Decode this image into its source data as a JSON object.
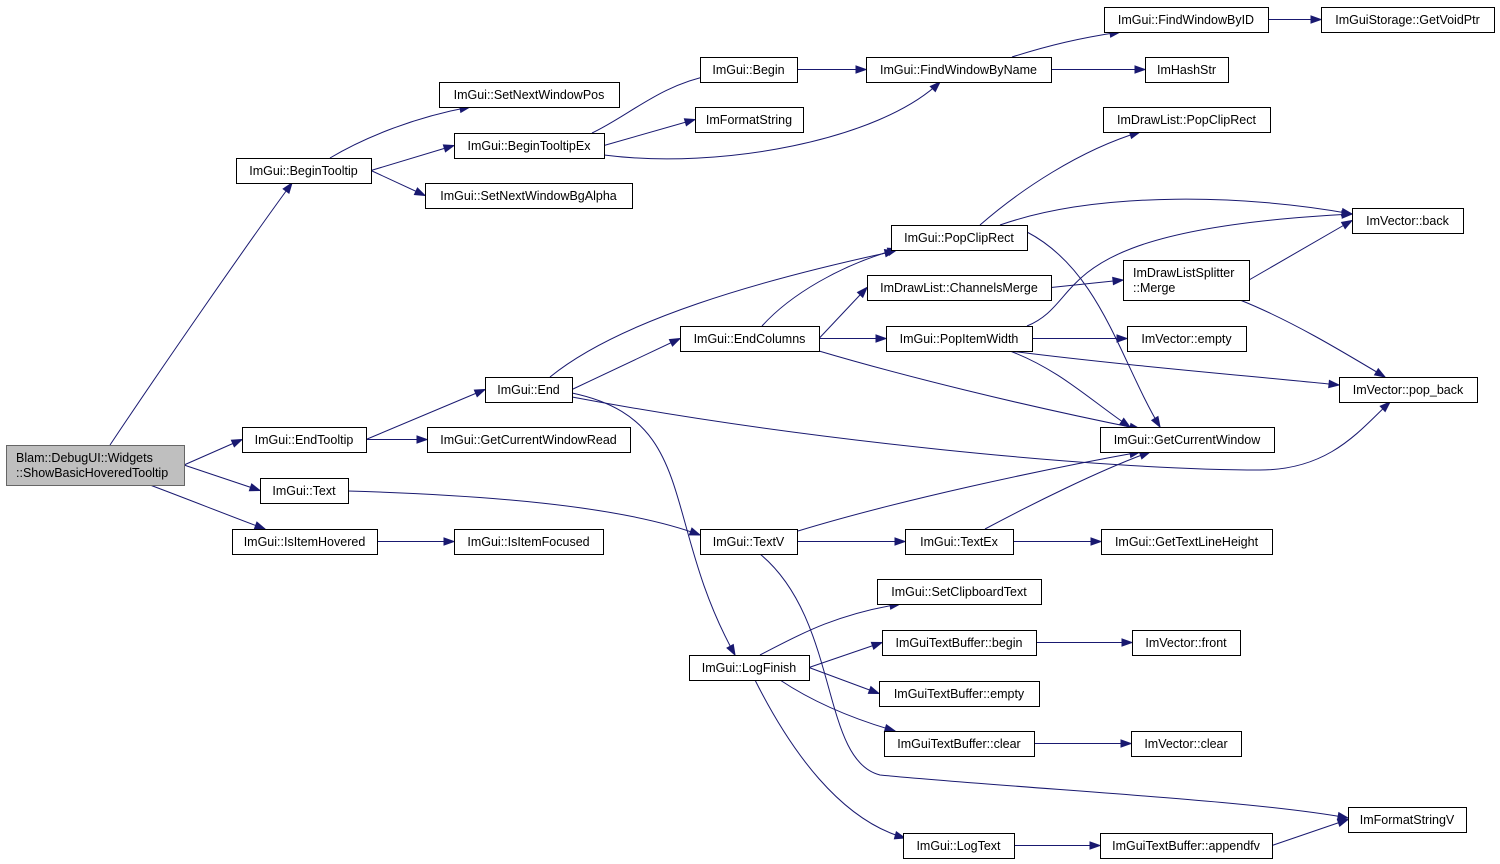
{
  "diagram": {
    "type": "call-graph",
    "colors": {
      "edge": "#191970",
      "node_border": "#000000",
      "root_fill": "#bfbfbf",
      "background": "#ffffff"
    },
    "nodes": [
      {
        "id": "show",
        "lines": [
          "Blam::DebugUI::Widgets",
          "::ShowBasicHoveredTooltip"
        ],
        "root": true
      },
      {
        "id": "begintooltip",
        "lines": [
          "ImGui::BeginTooltip"
        ]
      },
      {
        "id": "endtooltip",
        "lines": [
          "ImGui::EndTooltip"
        ]
      },
      {
        "id": "text",
        "lines": [
          "ImGui::Text"
        ]
      },
      {
        "id": "isitemhovered",
        "lines": [
          "ImGui::IsItemHovered"
        ]
      },
      {
        "id": "setnextwindowpos",
        "lines": [
          "ImGui::SetNextWindowPos"
        ]
      },
      {
        "id": "begintooltipex",
        "lines": [
          "ImGui::BeginTooltipEx"
        ]
      },
      {
        "id": "setnextwindowbgalpha",
        "lines": [
          "ImGui::SetNextWindowBgAlpha"
        ]
      },
      {
        "id": "end",
        "lines": [
          "ImGui::End"
        ]
      },
      {
        "id": "getcurrentwindowread",
        "lines": [
          "ImGui::GetCurrentWindowRead"
        ]
      },
      {
        "id": "isitemfocused",
        "lines": [
          "ImGui::IsItemFocused"
        ]
      },
      {
        "id": "begin",
        "lines": [
          "ImGui::Begin"
        ]
      },
      {
        "id": "formatstring",
        "lines": [
          "ImFormatString"
        ]
      },
      {
        "id": "endcolumns",
        "lines": [
          "ImGui::EndColumns"
        ]
      },
      {
        "id": "textv",
        "lines": [
          "ImGui::TextV"
        ]
      },
      {
        "id": "logfinish",
        "lines": [
          "ImGui::LogFinish"
        ]
      },
      {
        "id": "findwindowbyname",
        "lines": [
          "ImGui::FindWindowByName"
        ]
      },
      {
        "id": "popcliprect_imgui",
        "lines": [
          "ImGui::PopClipRect"
        ]
      },
      {
        "id": "channelsmerge",
        "lines": [
          "ImDrawList::ChannelsMerge"
        ]
      },
      {
        "id": "popitemwidth",
        "lines": [
          "ImGui::PopItemWidth"
        ]
      },
      {
        "id": "textex",
        "lines": [
          "ImGui::TextEx"
        ]
      },
      {
        "id": "setclipboardtext",
        "lines": [
          "ImGui::SetClipboardText"
        ]
      },
      {
        "id": "tb_begin",
        "lines": [
          "ImGuiTextBuffer::begin"
        ]
      },
      {
        "id": "tb_empty",
        "lines": [
          "ImGuiTextBuffer::empty"
        ]
      },
      {
        "id": "tb_clear",
        "lines": [
          "ImGuiTextBuffer::clear"
        ]
      },
      {
        "id": "logtext",
        "lines": [
          "ImGui::LogText"
        ]
      },
      {
        "id": "findwindowbyid",
        "lines": [
          "ImGui::FindWindowByID"
        ]
      },
      {
        "id": "imhashstr",
        "lines": [
          "ImHashStr"
        ]
      },
      {
        "id": "popcliprect_dl",
        "lines": [
          "ImDrawList::PopClipRect"
        ]
      },
      {
        "id": "merge",
        "lines": [
          "ImDrawListSplitter",
          "::Merge"
        ]
      },
      {
        "id": "v_empty",
        "lines": [
          "ImVector::empty"
        ]
      },
      {
        "id": "getcurrentwindow",
        "lines": [
          "ImGui::GetCurrentWindow"
        ]
      },
      {
        "id": "gettextlineheight",
        "lines": [
          "ImGui::GetTextLineHeight"
        ]
      },
      {
        "id": "v_front",
        "lines": [
          "ImVector::front"
        ]
      },
      {
        "id": "v_clear",
        "lines": [
          "ImVector::clear"
        ]
      },
      {
        "id": "tb_appendfv",
        "lines": [
          "ImGuiTextBuffer::appendfv"
        ]
      },
      {
        "id": "getvoidptr",
        "lines": [
          "ImGuiStorage::GetVoidPtr"
        ]
      },
      {
        "id": "v_back",
        "lines": [
          "ImVector::back"
        ]
      },
      {
        "id": "v_pop_back",
        "lines": [
          "ImVector::pop_back"
        ]
      },
      {
        "id": "formatstringv",
        "lines": [
          "ImFormatStringV"
        ]
      }
    ],
    "edges": [
      [
        "show",
        "begintooltip"
      ],
      [
        "show",
        "endtooltip"
      ],
      [
        "show",
        "text"
      ],
      [
        "show",
        "isitemhovered"
      ],
      [
        "begintooltip",
        "setnextwindowpos"
      ],
      [
        "begintooltip",
        "begintooltipex"
      ],
      [
        "begintooltip",
        "setnextwindowbgalpha"
      ],
      [
        "begintooltipex",
        "begin"
      ],
      [
        "begintooltipex",
        "formatstring"
      ],
      [
        "begintooltipex",
        "findwindowbyname"
      ],
      [
        "begin",
        "findwindowbyname"
      ],
      [
        "findwindowbyname",
        "findwindowbyid"
      ],
      [
        "findwindowbyname",
        "imhashstr"
      ],
      [
        "findwindowbyid",
        "getvoidptr"
      ],
      [
        "endtooltip",
        "end"
      ],
      [
        "endtooltip",
        "getcurrentwindowread"
      ],
      [
        "end",
        "popcliprect_imgui"
      ],
      [
        "end",
        "endcolumns"
      ],
      [
        "end",
        "logfinish"
      ],
      [
        "end",
        "v_pop_back"
      ],
      [
        "endcolumns",
        "popcliprect_imgui"
      ],
      [
        "endcolumns",
        "channelsmerge"
      ],
      [
        "endcolumns",
        "popitemwidth"
      ],
      [
        "endcolumns",
        "getcurrentwindow"
      ],
      [
        "popcliprect_imgui",
        "popcliprect_dl"
      ],
      [
        "popcliprect_imgui",
        "v_back"
      ],
      [
        "popcliprect_imgui",
        "getcurrentwindow"
      ],
      [
        "channelsmerge",
        "merge"
      ],
      [
        "merge",
        "v_back"
      ],
      [
        "merge",
        "v_pop_back"
      ],
      [
        "popitemwidth",
        "v_back"
      ],
      [
        "popitemwidth",
        "v_empty"
      ],
      [
        "popitemwidth",
        "v_pop_back"
      ],
      [
        "popitemwidth",
        "getcurrentwindow"
      ],
      [
        "text",
        "textv"
      ],
      [
        "textv",
        "getcurrentwindow"
      ],
      [
        "textv",
        "textex"
      ],
      [
        "textv",
        "formatstringv"
      ],
      [
        "textex",
        "getcurrentwindow"
      ],
      [
        "textex",
        "gettextlineheight"
      ],
      [
        "isitemhovered",
        "isitemfocused"
      ],
      [
        "logfinish",
        "setclipboardtext"
      ],
      [
        "logfinish",
        "tb_begin"
      ],
      [
        "logfinish",
        "tb_empty"
      ],
      [
        "logfinish",
        "tb_clear"
      ],
      [
        "logfinish",
        "logtext"
      ],
      [
        "tb_begin",
        "v_front"
      ],
      [
        "tb_clear",
        "v_clear"
      ],
      [
        "logtext",
        "tb_appendfv"
      ],
      [
        "tb_appendfv",
        "formatstringv"
      ]
    ]
  }
}
